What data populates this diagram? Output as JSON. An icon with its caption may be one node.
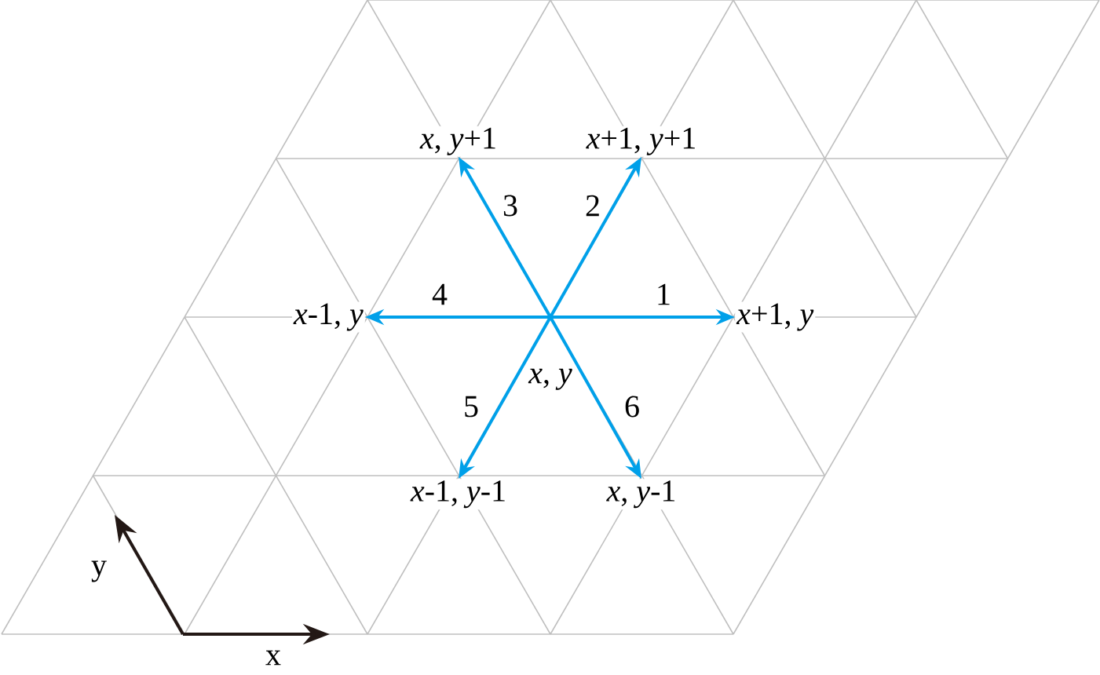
{
  "diagram": {
    "nodes": [
      {
        "text": [
          "*x*, *y*+1"
        ]
      },
      {
        "text": [
          "*x*+1, *y*+1"
        ]
      },
      {
        "text": [
          "*x*-1, *y*"
        ]
      },
      {
        "text": [
          "*x*+1, *y*"
        ]
      },
      {
        "text": [
          "*x*, *y*"
        ]
      },
      {
        "text": [
          "*x*-1, *y*-1"
        ]
      },
      {
        "text": [
          "*x*, *y*-1"
        ]
      }
    ],
    "edges": [
      {
        "from": 4,
        "to": 3,
        "arrow": "to",
        "label": "1"
      },
      {
        "from": 4,
        "to": 1,
        "arrow": "to",
        "label": "2"
      },
      {
        "from": 4,
        "to": 0,
        "arrow": "to",
        "label": "3"
      },
      {
        "from": 4,
        "to": 2,
        "arrow": "to",
        "label": "4"
      },
      {
        "from": 4,
        "to": 5,
        "arrow": "to",
        "label": "5"
      },
      {
        "from": 4,
        "to": 6,
        "arrow": "to",
        "label": "6"
      }
    ],
    "labels": [
      "y",
      "x"
    ]
  }
}
